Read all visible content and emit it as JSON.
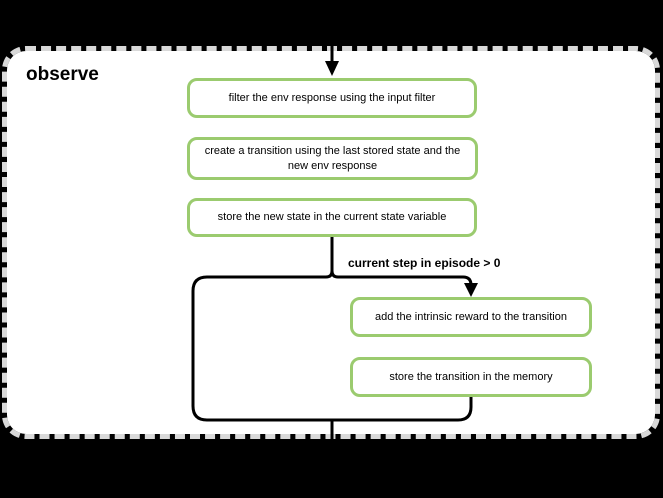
{
  "title": "observe",
  "nodes": [
    {
      "id": "filter",
      "label": "filter the env response using the input filter"
    },
    {
      "id": "create",
      "label": "create a transition using the last stored state and the\nnew env response"
    },
    {
      "id": "store_state",
      "label": "store the new state in the current state variable"
    },
    {
      "id": "add_reward",
      "label": "add the intrinsic reward to the transition"
    },
    {
      "id": "store_transition",
      "label": "store the transition in the memory"
    }
  ],
  "condition_label": "current step in episode > 0",
  "style": {
    "background_color": "#000000",
    "card_color": "#ffffff",
    "card_border_color": "#d9d9d9",
    "node_border_color": "#9bcb6f",
    "connector_color": "#000000",
    "text_color": "#000000"
  }
}
